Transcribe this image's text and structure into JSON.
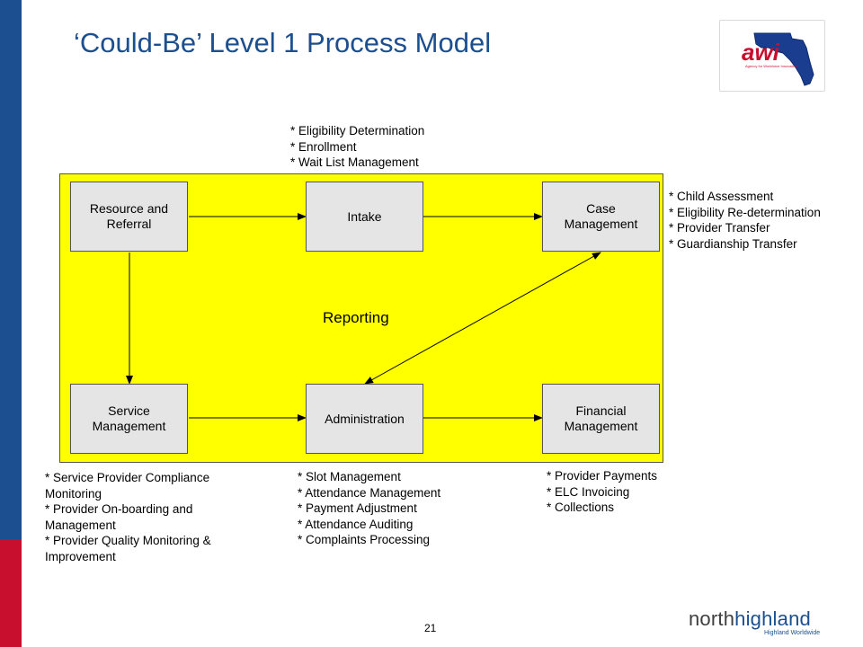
{
  "slide": {
    "title": "‘Could-Be’ Level 1 Process Model",
    "page_number": "21"
  },
  "logo_top": {
    "text": "awi",
    "subtext": "Agency for Workforce Innovation",
    "icon": "florida-state-outline-icon",
    "colors": {
      "state_fill": "#1a3d8f",
      "text": "#c8102e"
    }
  },
  "brand": {
    "part1": "north",
    "part2": "highland",
    "tagline": "Highland Worldwide"
  },
  "diagram": {
    "container_label": "Reporting",
    "container_color": "#ffff00",
    "boxes": {
      "resource_referral": "Resource and\nReferral",
      "intake": "Intake",
      "case_management": "Case\nManagement",
      "service_management": "Service\nManagement",
      "administration": "Administration",
      "financial_management": "Financial\nManagement"
    },
    "notes": {
      "intake": [
        "* Eligibility Determination",
        "* Enrollment",
        "* Wait List Management"
      ],
      "case_management": [
        "* Child Assessment",
        "* Eligibility Re-determination",
        "* Provider Transfer",
        "* Guardianship Transfer"
      ],
      "service_management": [
        "* Service Provider Compliance",
        "Monitoring",
        "* Provider On-boarding and",
        "Management",
        "* Provider Quality Monitoring &",
        "Improvement"
      ],
      "administration": [
        "* Slot Management",
        "* Attendance Management",
        "* Payment Adjustment",
        "* Attendance Auditing",
        "* Complaints Processing"
      ],
      "financial_management": [
        "* Provider Payments",
        "* ELC Invoicing",
        "* Collections"
      ]
    }
  },
  "colors": {
    "accent_blue": "#1c4f8f",
    "accent_red": "#c8102e",
    "box_fill": "#e5e5e5"
  }
}
